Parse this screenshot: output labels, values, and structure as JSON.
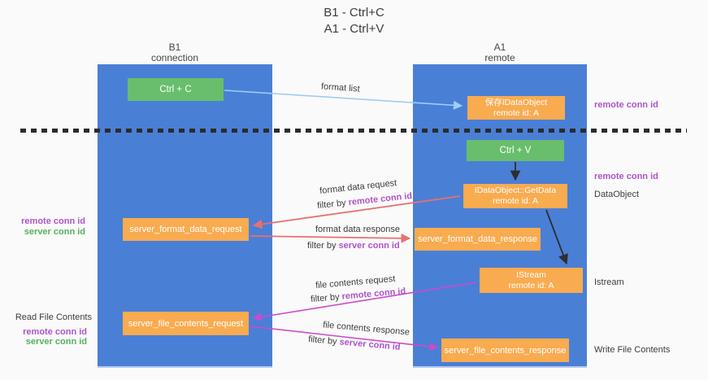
{
  "title": {
    "line1": "B1 - Ctrl+C",
    "line2": "A1 - Ctrl+V"
  },
  "columns": {
    "left": {
      "header_line1": "B1",
      "header_line2": "connection"
    },
    "right": {
      "header_line1": "A1",
      "header_line2": "remote"
    }
  },
  "boxes": {
    "ctrl_c": "Ctrl + C",
    "ctrl_v": "Ctrl + V",
    "save_idataobject": {
      "line1": "保存IDataObject",
      "line2": "remote id: A"
    },
    "getdata": {
      "line1": "IDataObject::GetData",
      "line2": "remote id: A"
    },
    "istream": {
      "line1": "IStream",
      "line2": "remote id: A"
    },
    "server_format_data_request": "server_format_data_request",
    "server_format_data_response": "server_format_data_response",
    "server_file_contents_request": "server_file_contents_request",
    "server_file_contents_response": "server_file_contents_response"
  },
  "arrow_labels": {
    "format_list": "format list",
    "format_data_request": "format data request",
    "format_data_request_filter_prefix": "filter by ",
    "format_data_request_filter_key": "remote conn id",
    "format_data_response": "format data response",
    "format_data_response_filter_prefix": "filter by ",
    "format_data_response_filter_key": "server conn id",
    "file_contents_request": "file contents request",
    "file_contents_request_filter_prefix": "filter by ",
    "file_contents_request_filter_key": "remote conn id",
    "file_contents_response": "file contents response",
    "file_contents_response_filter_prefix": "filter by ",
    "file_contents_response_filter_key": "server conn id"
  },
  "side_labels": {
    "right_remote_conn_id_1": "remote conn id",
    "right_remote_conn_id_2": "remote conn id",
    "right_dataobject": "DataObject",
    "right_istream": "Istream",
    "right_write_file_contents": "Write File Contents",
    "left_remote_conn_id_1": "remote conn id",
    "left_server_conn_id_1": "server conn id",
    "left_read_file_contents": "Read File Contents",
    "left_remote_conn_id_2": "remote conn id",
    "left_server_conn_id_2": "server conn id"
  },
  "colors": {
    "column_blue": "#4a7fd6",
    "box_green": "#68be6c",
    "box_orange": "#f9ab4f",
    "arrow_light_blue": "#9ecdf2",
    "arrow_salmon": "#e87070",
    "arrow_magenta": "#cc4bcb",
    "arrow_black": "#2e2e2e",
    "label_purple": "#ad54c8",
    "label_green": "#55b25b",
    "background": "#fafafa"
  }
}
